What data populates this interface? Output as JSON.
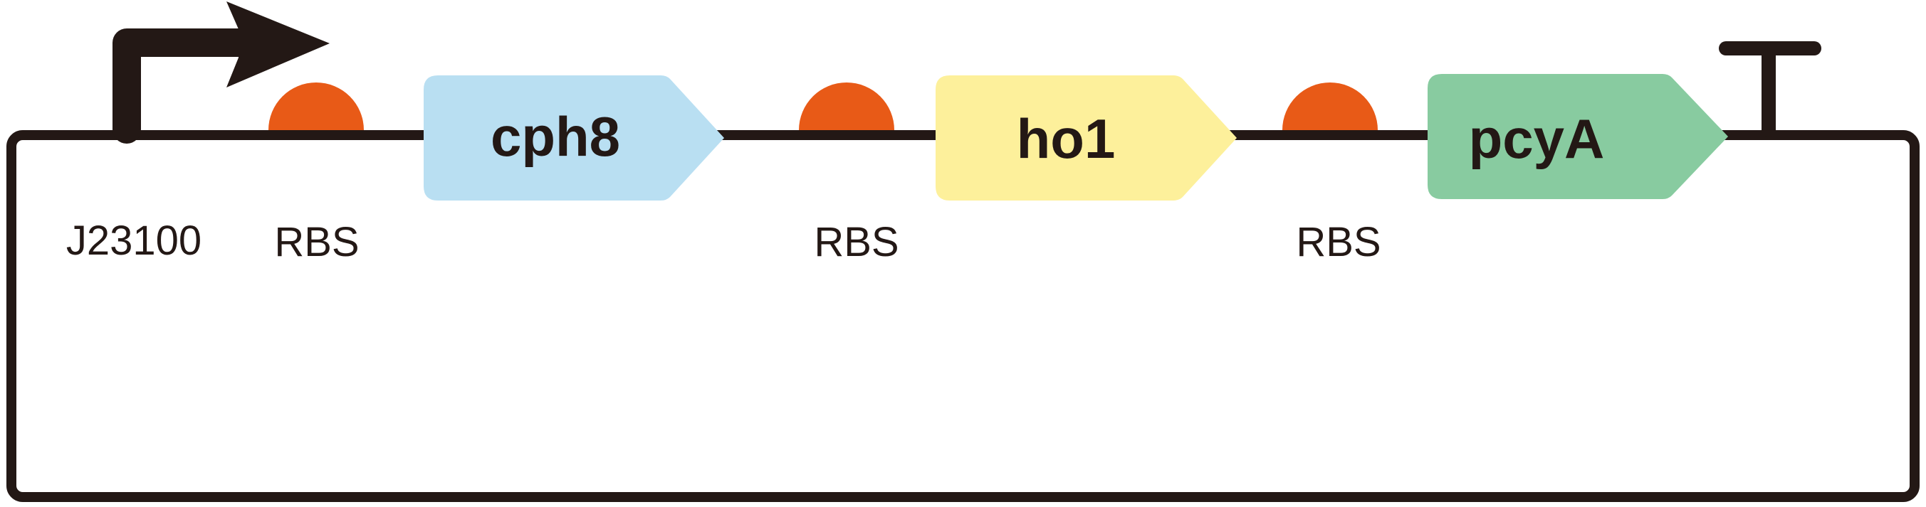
{
  "promoter": {
    "label": "J23100",
    "icon": "promoter-arrow-icon"
  },
  "rbs_sites": [
    {
      "label": "RBS",
      "icon": "rbs-icon"
    },
    {
      "label": "RBS",
      "icon": "rbs-icon"
    },
    {
      "label": "RBS",
      "icon": "rbs-icon"
    }
  ],
  "genes": [
    {
      "label": "cph8",
      "color": "#b9dff2"
    },
    {
      "label": "ho1",
      "color": "#fdf09b"
    },
    {
      "label": "pcyA",
      "color": "#88cba0"
    }
  ],
  "terminator": {
    "icon": "terminator-icon"
  },
  "colors": {
    "backbone": "#231815",
    "rbs": "#e85a17",
    "text": "#231815"
  }
}
